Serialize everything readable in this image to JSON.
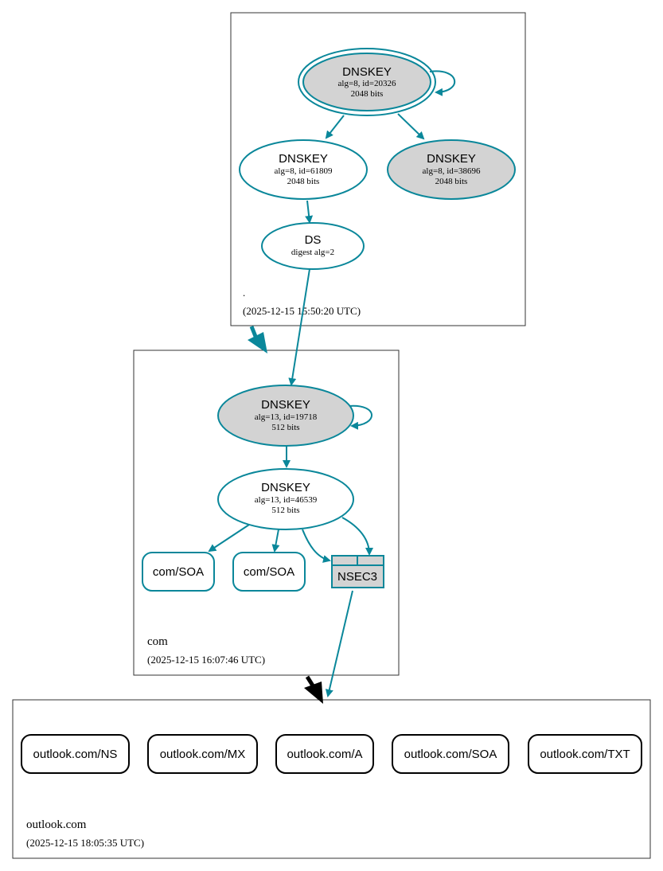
{
  "colors": {
    "edge": "#0a879a",
    "node_fill_gray": "#d3d3d3",
    "zone_border": "#333333",
    "black": "#000000"
  },
  "zones": {
    "root": {
      "name": ".",
      "timestamp": "(2025-12-15 15:50:20 UTC)"
    },
    "com": {
      "name": "com",
      "timestamp": "(2025-12-15 16:07:46 UTC)"
    },
    "outlook": {
      "name": "outlook.com",
      "timestamp": "(2025-12-15 18:05:35 UTC)"
    }
  },
  "nodes": {
    "root_ksk": {
      "title": "DNSKEY",
      "line1": "alg=8, id=20326",
      "line2": "2048 bits"
    },
    "root_zsk1": {
      "title": "DNSKEY",
      "line1": "alg=8, id=61809",
      "line2": "2048 bits"
    },
    "root_zsk2": {
      "title": "DNSKEY",
      "line1": "alg=8, id=38696",
      "line2": "2048 bits"
    },
    "root_ds": {
      "title": "DS",
      "line1": "digest alg=2"
    },
    "com_ksk": {
      "title": "DNSKEY",
      "line1": "alg=13, id=19718",
      "line2": "512 bits"
    },
    "com_zsk": {
      "title": "DNSKEY",
      "line1": "alg=13, id=46539",
      "line2": "512 bits"
    },
    "com_soa1": {
      "label": "com/SOA"
    },
    "com_soa2": {
      "label": "com/SOA"
    },
    "com_nsec3": {
      "label": "NSEC3"
    },
    "outlook_ns": {
      "label": "outlook.com/NS"
    },
    "outlook_mx": {
      "label": "outlook.com/MX"
    },
    "outlook_a": {
      "label": "outlook.com/A"
    },
    "outlook_soa": {
      "label": "outlook.com/SOA"
    },
    "outlook_txt": {
      "label": "outlook.com/TXT"
    }
  }
}
